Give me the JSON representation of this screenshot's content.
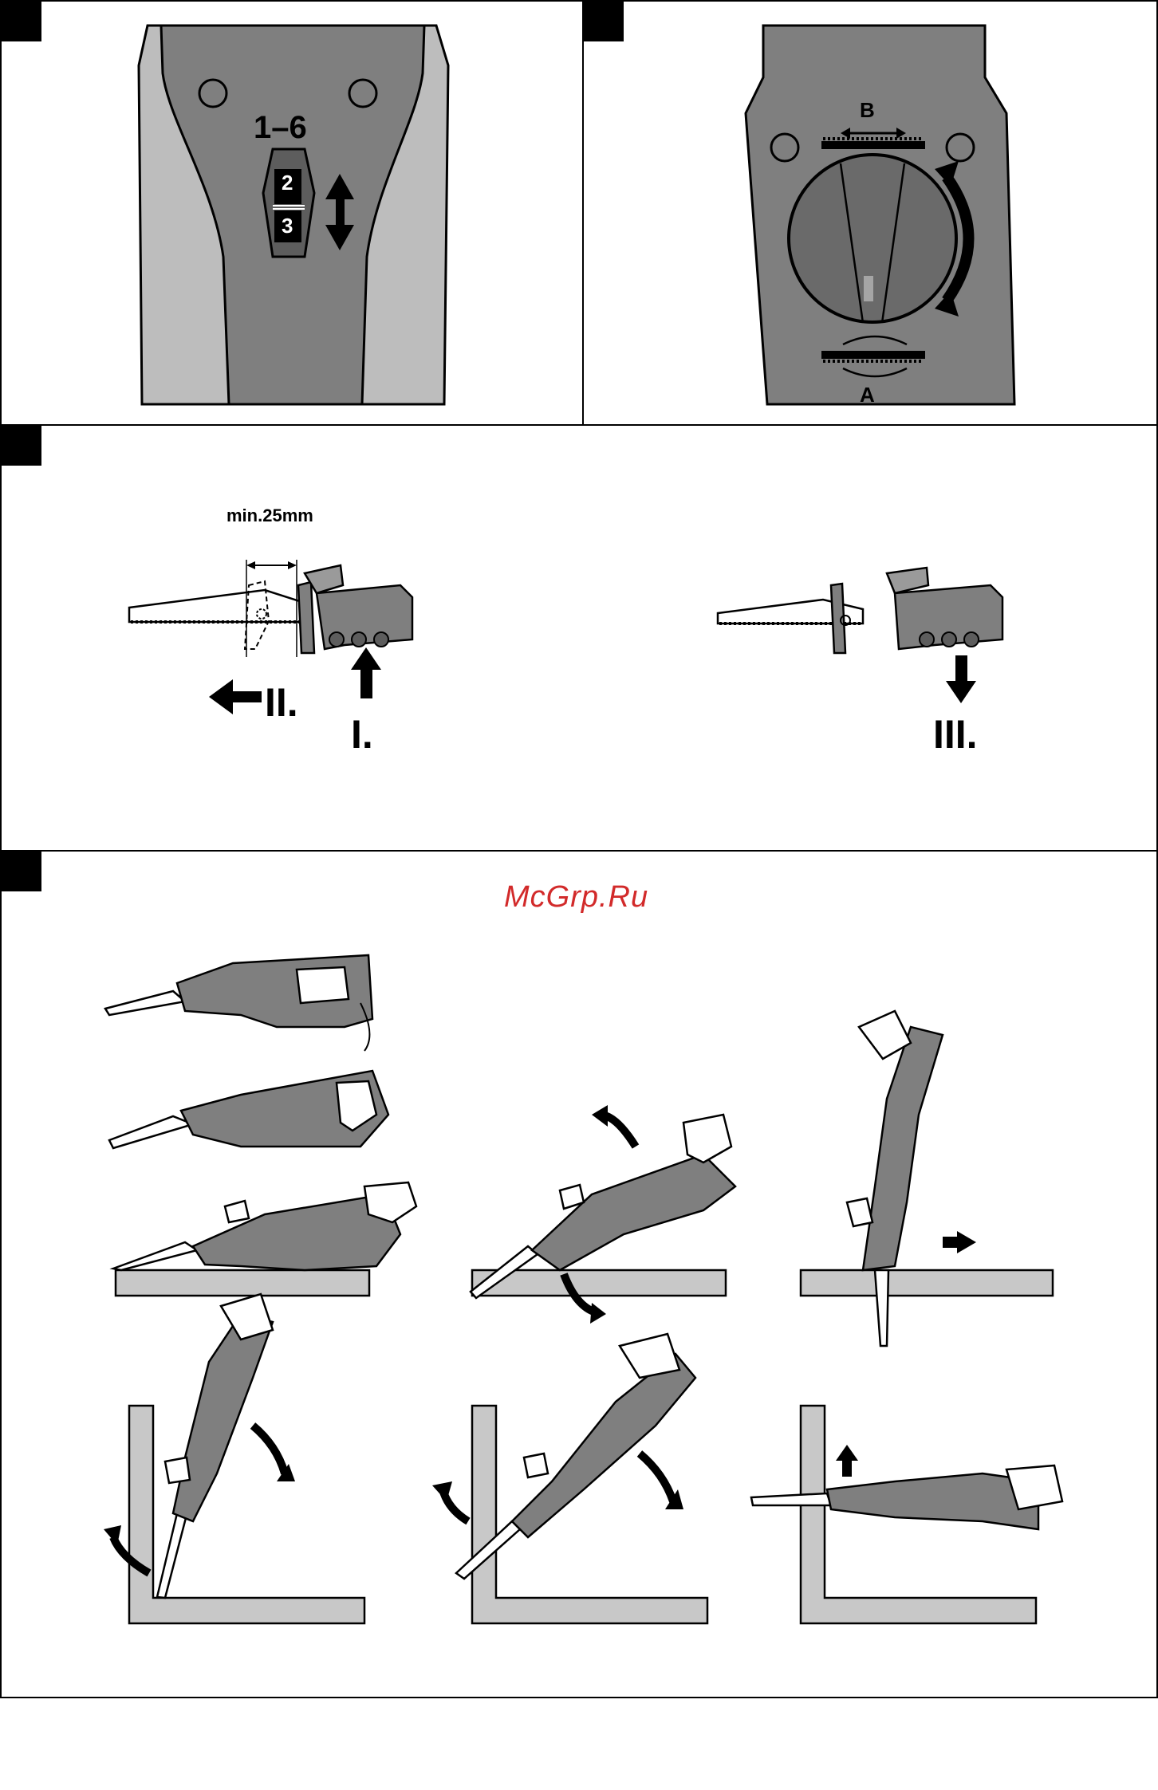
{
  "panel1": {
    "speed_range": "1–6",
    "dial_upper": "2",
    "dial_lower": "3"
  },
  "panel2": {
    "label_b": "B",
    "label_a": "A"
  },
  "panel3": {
    "distance_label": "min.25mm",
    "step_1": "I.",
    "step_2": "II.",
    "step_3": "III."
  },
  "panel4": {
    "watermark": "McGrp.Ru"
  },
  "colors": {
    "tool_gray": "#7f7f7f",
    "light_gray": "#bdbdbd",
    "dark_gray": "#5d5d5d",
    "surface": "#c8c8c8",
    "watermark": "#d22a2a"
  },
  "icons": [
    "adjustment-arrow-icon",
    "rotate-arrow-icon",
    "direction-arrow-icon"
  ]
}
